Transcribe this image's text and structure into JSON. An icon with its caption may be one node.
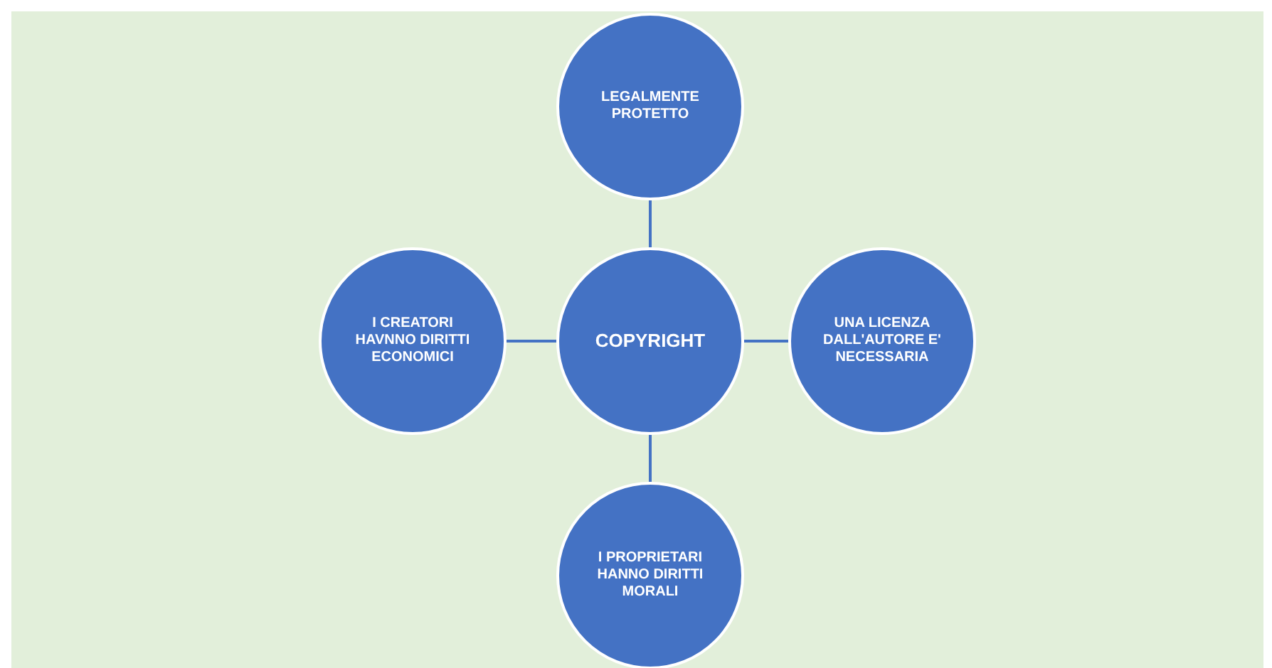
{
  "diagram": {
    "nodes": [
      {
        "text": [
          "LEGALMENTE PROTETTO"
        ]
      },
      {
        "text": [
          "I CREATORI HAVNNO DIRITTI ECONOMICI"
        ]
      },
      {
        "text": [
          "COPYRIGHT"
        ]
      },
      {
        "text": [
          "UNA LICENZA DALL'AUTORE E' NECESSARIA"
        ]
      },
      {
        "text": [
          "I PROPRIETARI HANNO DIRITTI MORALI"
        ]
      }
    ],
    "edges": [
      {
        "from": 2,
        "to": 0,
        "arrow": "none"
      },
      {
        "from": 2,
        "to": 1,
        "arrow": "none"
      },
      {
        "from": 2,
        "to": 3,
        "arrow": "none"
      },
      {
        "from": 2,
        "to": 4,
        "arrow": "none"
      }
    ]
  }
}
